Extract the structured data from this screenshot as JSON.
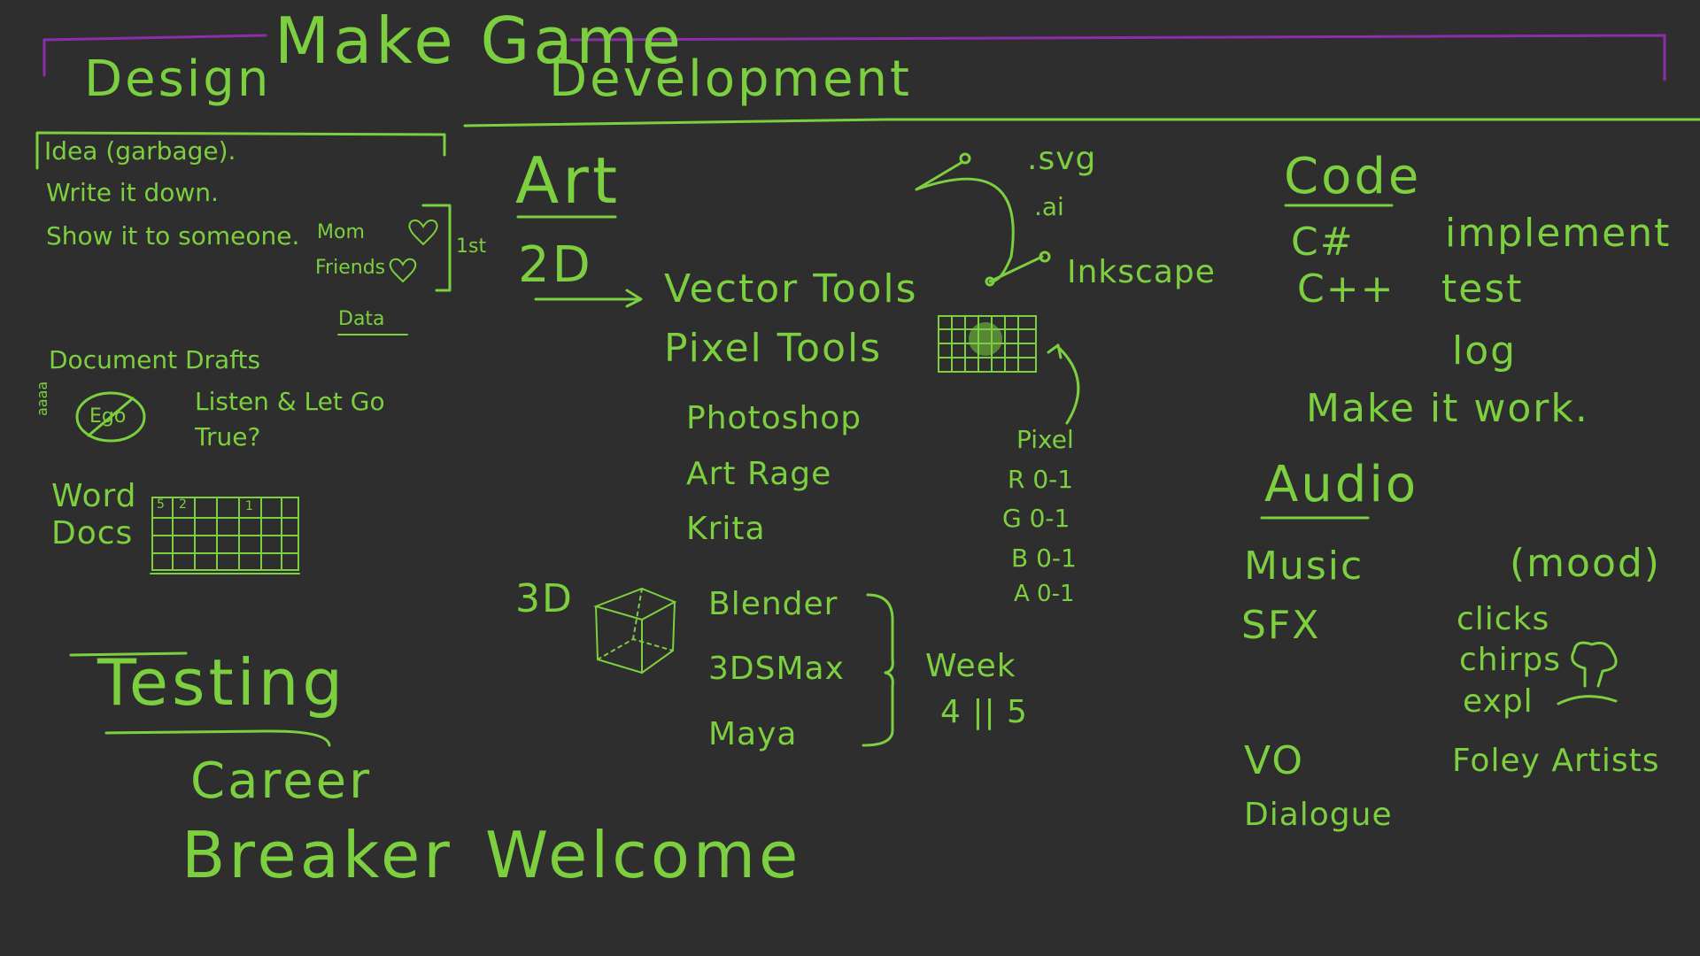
{
  "header": {
    "title": "Make Game",
    "design": "Design",
    "development": "Development"
  },
  "design": {
    "idea": "Idea (garbage).",
    "write": "Write it down.",
    "show": "Show it to someone.",
    "mom": "Mom",
    "friends": "Friends",
    "first": "1st",
    "data": "Data",
    "document": "Document Drafts",
    "ego": "Ego",
    "vertical": "aaaa",
    "listen": "Listen & Let Go",
    "true": "True?",
    "word": "Word",
    "docs": "Docs",
    "grid_nums": [
      "5",
      "2",
      "1"
    ]
  },
  "testing": {
    "testing": "Testing",
    "career": "Career",
    "breaker": "Breaker",
    "welcome": "Welcome"
  },
  "art": {
    "title": "Art",
    "twod": "2D",
    "vector": "Vector Tools",
    "pixel": "Pixel Tools",
    "photoshop": "Photoshop",
    "artrage": "Art Rage",
    "krita": "Krita",
    "svg": ".svg",
    "ai": ".ai",
    "inkscape": "Inkscape",
    "pixel_label": "Pixel",
    "rgba": [
      "R 0-1",
      "G 0-1",
      "B 0-1",
      "A 0-1"
    ],
    "threed": "3D",
    "blender": "Blender",
    "max": "3DSMax",
    "maya": "Maya",
    "week": "Week",
    "week_nums": "4 || 5"
  },
  "code": {
    "title": "Code",
    "csharp": "C#",
    "cpp": "C++",
    "implement": "implement",
    "test": "test",
    "log": "log",
    "make_work": "Make it work."
  },
  "audio": {
    "title": "Audio",
    "music": "Music",
    "mood": "(mood)",
    "sfx": "SFX",
    "clicks": "clicks",
    "chirps": "chirps",
    "expl": "expl",
    "vo": "VO",
    "dialogue": "Dialogue",
    "foley": "Foley Artists"
  },
  "colors": {
    "background": "#2e2e2e",
    "chalk": "#7ccf3f",
    "accent": "#8a2fa8"
  }
}
